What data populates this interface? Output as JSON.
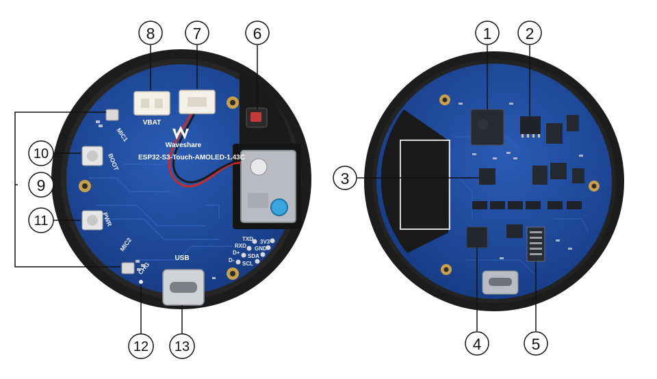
{
  "callouts": {
    "c1": "1",
    "c2": "2",
    "c3": "3",
    "c4": "4",
    "c5": "5",
    "c6": "6",
    "c7": "7",
    "c8": "8",
    "c9": "9",
    "c10": "10",
    "c11": "11",
    "c12": "12",
    "c13": "13"
  },
  "board_labels": {
    "brand": "Waveshare",
    "model": "ESP32-S3-Touch-AMOLED-1.43C",
    "vbat": "VBAT",
    "usb": "USB",
    "boot": "BOOT",
    "pwr": "PWR",
    "mic1": "MIC1",
    "mic2": "MIC2",
    "chg": "CHG",
    "txd": "TXD",
    "rxd": "RXD",
    "dplus": "D+",
    "dminus": "D-",
    "v33": "3V3",
    "gnd": "GND",
    "sda": "SDA",
    "scl": "SCL"
  },
  "colors": {
    "pcb": "#1f4a9a",
    "pcb_dark": "#173c80",
    "case": "#1b1b1b",
    "line": "#111111"
  }
}
